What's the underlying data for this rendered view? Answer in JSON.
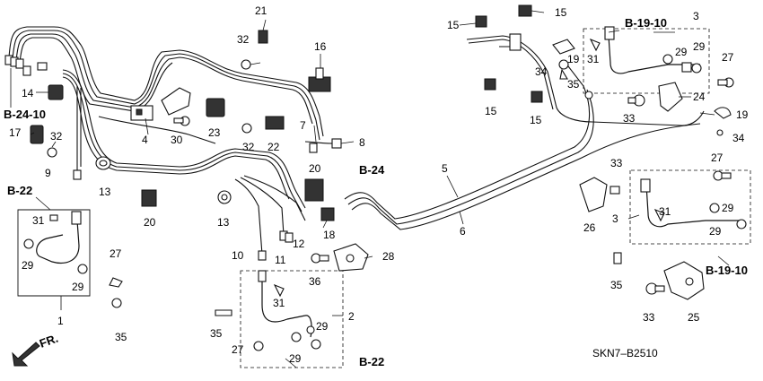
{
  "diagram": {
    "diagram_code": "SKN7–B2510",
    "front_marker": "FR.",
    "callouts": [
      {
        "id": "c1",
        "text": "1"
      },
      {
        "id": "c2",
        "text": "2"
      },
      {
        "id": "c3a",
        "text": "3"
      },
      {
        "id": "c3b",
        "text": "3"
      },
      {
        "id": "c4",
        "text": "4"
      },
      {
        "id": "c5",
        "text": "5"
      },
      {
        "id": "c6",
        "text": "6"
      },
      {
        "id": "c7",
        "text": "7"
      },
      {
        "id": "c8",
        "text": "8"
      },
      {
        "id": "c9",
        "text": "9"
      },
      {
        "id": "c10",
        "text": "10"
      },
      {
        "id": "c11",
        "text": "11"
      },
      {
        "id": "c12",
        "text": "12"
      },
      {
        "id": "c13a",
        "text": "13"
      },
      {
        "id": "c13b",
        "text": "13"
      },
      {
        "id": "c14",
        "text": "14"
      },
      {
        "id": "c15a",
        "text": "15"
      },
      {
        "id": "c15b",
        "text": "15"
      },
      {
        "id": "c15c",
        "text": "15"
      },
      {
        "id": "c15d",
        "text": "15"
      },
      {
        "id": "c16",
        "text": "16"
      },
      {
        "id": "c17",
        "text": "17"
      },
      {
        "id": "c18",
        "text": "18"
      },
      {
        "id": "c19a",
        "text": "19"
      },
      {
        "id": "c19b",
        "text": "19"
      },
      {
        "id": "c20a",
        "text": "20"
      },
      {
        "id": "c20b",
        "text": "20"
      },
      {
        "id": "c21",
        "text": "21"
      },
      {
        "id": "c22",
        "text": "22"
      },
      {
        "id": "c23",
        "text": "23"
      },
      {
        "id": "c24",
        "text": "24"
      },
      {
        "id": "c25",
        "text": "25"
      },
      {
        "id": "c26",
        "text": "26"
      },
      {
        "id": "c27a",
        "text": "27"
      },
      {
        "id": "c27b",
        "text": "27"
      },
      {
        "id": "c27c",
        "text": "27"
      },
      {
        "id": "c27d",
        "text": "27"
      },
      {
        "id": "c28",
        "text": "28"
      },
      {
        "id": "c29a",
        "text": "29"
      },
      {
        "id": "c29b",
        "text": "29"
      },
      {
        "id": "c29c",
        "text": "29"
      },
      {
        "id": "c29d",
        "text": "29"
      },
      {
        "id": "c29e",
        "text": "29"
      },
      {
        "id": "c29f",
        "text": "29"
      },
      {
        "id": "c29g",
        "text": "29"
      },
      {
        "id": "c29h",
        "text": "29"
      },
      {
        "id": "c30",
        "text": "30"
      },
      {
        "id": "c31a",
        "text": "31"
      },
      {
        "id": "c31b",
        "text": "31"
      },
      {
        "id": "c31c",
        "text": "31"
      },
      {
        "id": "c31d",
        "text": "31"
      },
      {
        "id": "c32a",
        "text": "32"
      },
      {
        "id": "c32b",
        "text": "32"
      },
      {
        "id": "c32c",
        "text": "32"
      },
      {
        "id": "c33a",
        "text": "33"
      },
      {
        "id": "c33b",
        "text": "33"
      },
      {
        "id": "c33c",
        "text": "33"
      },
      {
        "id": "c34a",
        "text": "34"
      },
      {
        "id": "c34b",
        "text": "34"
      },
      {
        "id": "c35a",
        "text": "35"
      },
      {
        "id": "c35b",
        "text": "35"
      },
      {
        "id": "c35c",
        "text": "35"
      },
      {
        "id": "c35d",
        "text": "35"
      },
      {
        "id": "c36",
        "text": "36"
      }
    ],
    "references": [
      {
        "id": "r1",
        "text": "B-24-10"
      },
      {
        "id": "r2",
        "text": "B-22"
      },
      {
        "id": "r3",
        "text": "B-24"
      },
      {
        "id": "r4",
        "text": "B-19-10"
      },
      {
        "id": "r5",
        "text": "B-19-10"
      },
      {
        "id": "r6",
        "text": "B-22"
      }
    ]
  }
}
